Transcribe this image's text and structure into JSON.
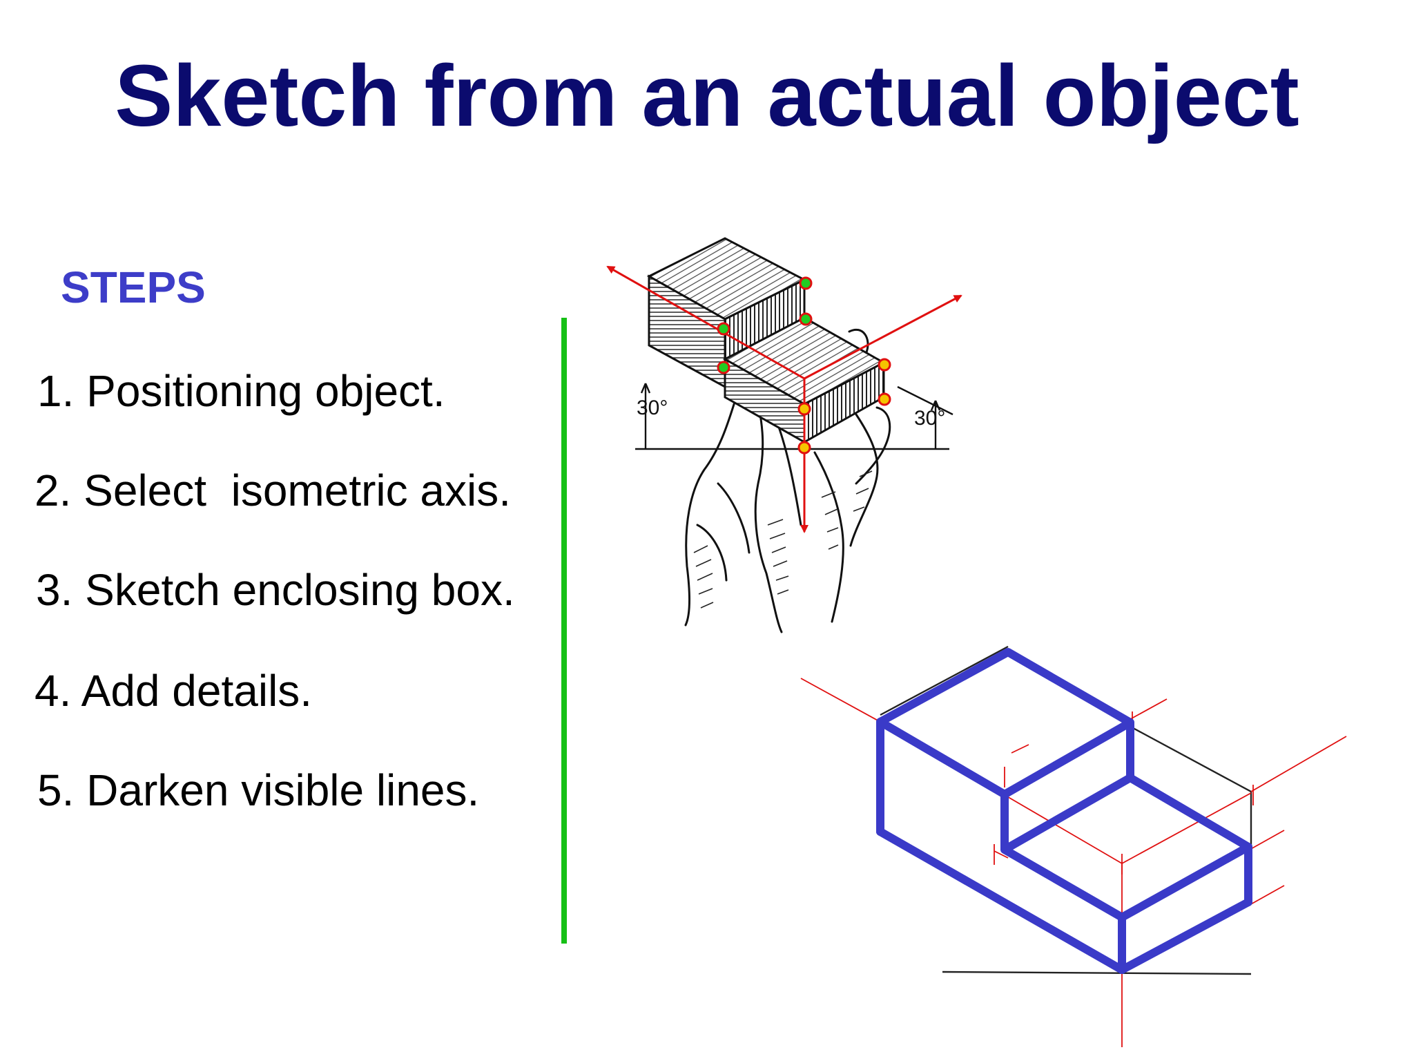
{
  "title": "Sketch from an actual object",
  "steps_heading": "STEPS",
  "steps": [
    "1. Positioning object.",
    "2. Select  isometric axis.",
    "3. Sketch enclosing box.",
    "4. Add details.",
    "5. Darken visible lines."
  ],
  "angle_labels": [
    "30°",
    "30°"
  ],
  "colors": {
    "title": "#0b0b6e",
    "steps_heading": "#3d3dc8",
    "step_text": "#000000",
    "divider": "#16c016",
    "axis_lines": "#e01010",
    "outline": "#3a3ac8",
    "marker_green": "#22cc22",
    "marker_yellow": "#f5c400"
  }
}
